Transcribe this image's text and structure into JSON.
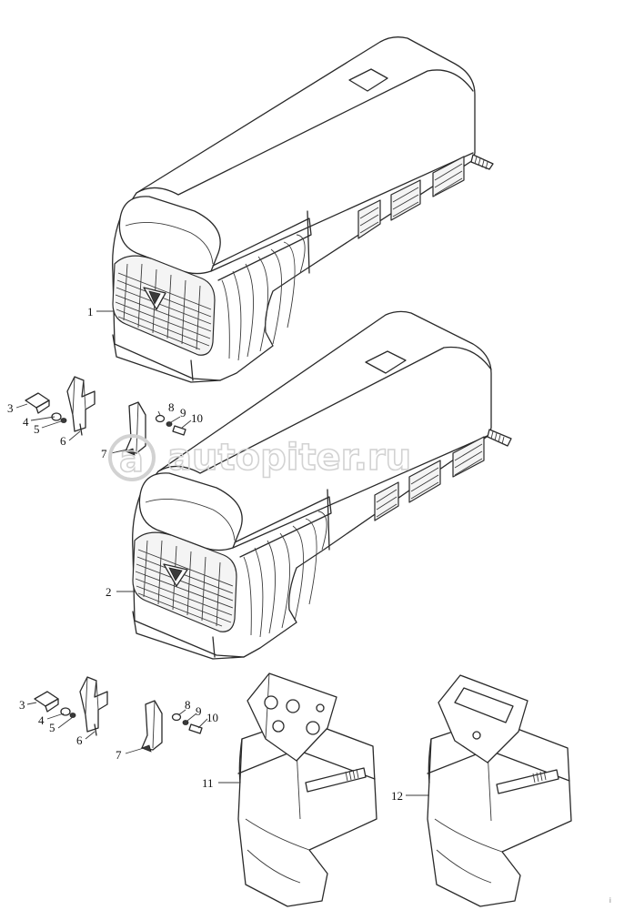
{
  "watermark": {
    "text": "autopiter.ru",
    "logo_letter": "a"
  },
  "callouts": [
    {
      "id": "c1",
      "label": "1"
    },
    {
      "id": "c2",
      "label": "2"
    },
    {
      "id": "c3a",
      "label": "3"
    },
    {
      "id": "c4a",
      "label": "4"
    },
    {
      "id": "c5a",
      "label": "5"
    },
    {
      "id": "c6a",
      "label": "6"
    },
    {
      "id": "c7a",
      "label": "7"
    },
    {
      "id": "c8a",
      "label": "8"
    },
    {
      "id": "c9a",
      "label": "9"
    },
    {
      "id": "c10a",
      "label": "10"
    },
    {
      "id": "c3b",
      "label": "3"
    },
    {
      "id": "c4b",
      "label": "4"
    },
    {
      "id": "c5b",
      "label": "5"
    },
    {
      "id": "c6b",
      "label": "6"
    },
    {
      "id": "c7b",
      "label": "7"
    },
    {
      "id": "c8b",
      "label": "8"
    },
    {
      "id": "c9b",
      "label": "9"
    },
    {
      "id": "c10b",
      "label": "10"
    },
    {
      "id": "c11",
      "label": "11"
    },
    {
      "id": "c12",
      "label": "12"
    }
  ],
  "corner_mark": "i",
  "colors": {
    "line": "#2a2a2a",
    "watermark": "#d2d2d2",
    "background": "#ffffff"
  }
}
